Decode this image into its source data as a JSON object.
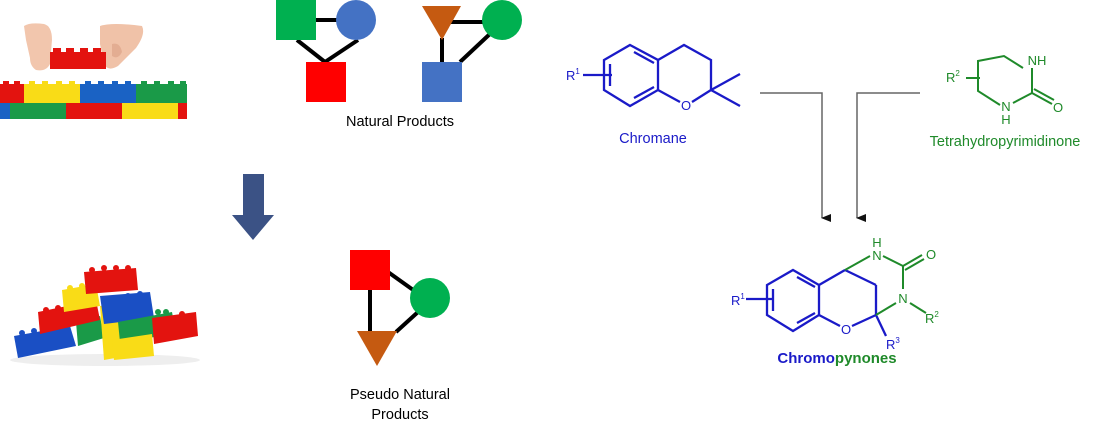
{
  "labels": {
    "natural_products": "Natural Products",
    "pseudo_natural_products_line1": "Pseudo Natural",
    "pseudo_natural_products_line2": "Products",
    "chromane": "Chromane",
    "tetrahydropyrimidinone": "Tetrahydropyrimidinone",
    "product_part1": "Chromo",
    "product_part2": "pynones"
  },
  "atoms": {
    "r1": "R",
    "r1_sup": "1",
    "r2": "R",
    "r2_sup": "2",
    "r3": "R",
    "r3_sup": "3",
    "o": "O",
    "n": "N",
    "nh": "NH",
    "h": "H"
  },
  "colors": {
    "chromane_blue": "#1a1ac8",
    "thp_green": "#1f8a2a",
    "arrow_navy": "#3b5285",
    "shape_green": "#00b050",
    "shape_blue": "#4472c4",
    "shape_red": "#ff0000",
    "shape_orange": "#c55a11",
    "connector_gray": "#666666"
  },
  "icons": {
    "lego_hand": "lego-hand-placing-brick",
    "lego_pyramid": "lego-brick-stack",
    "down_arrow": "down-arrow"
  }
}
